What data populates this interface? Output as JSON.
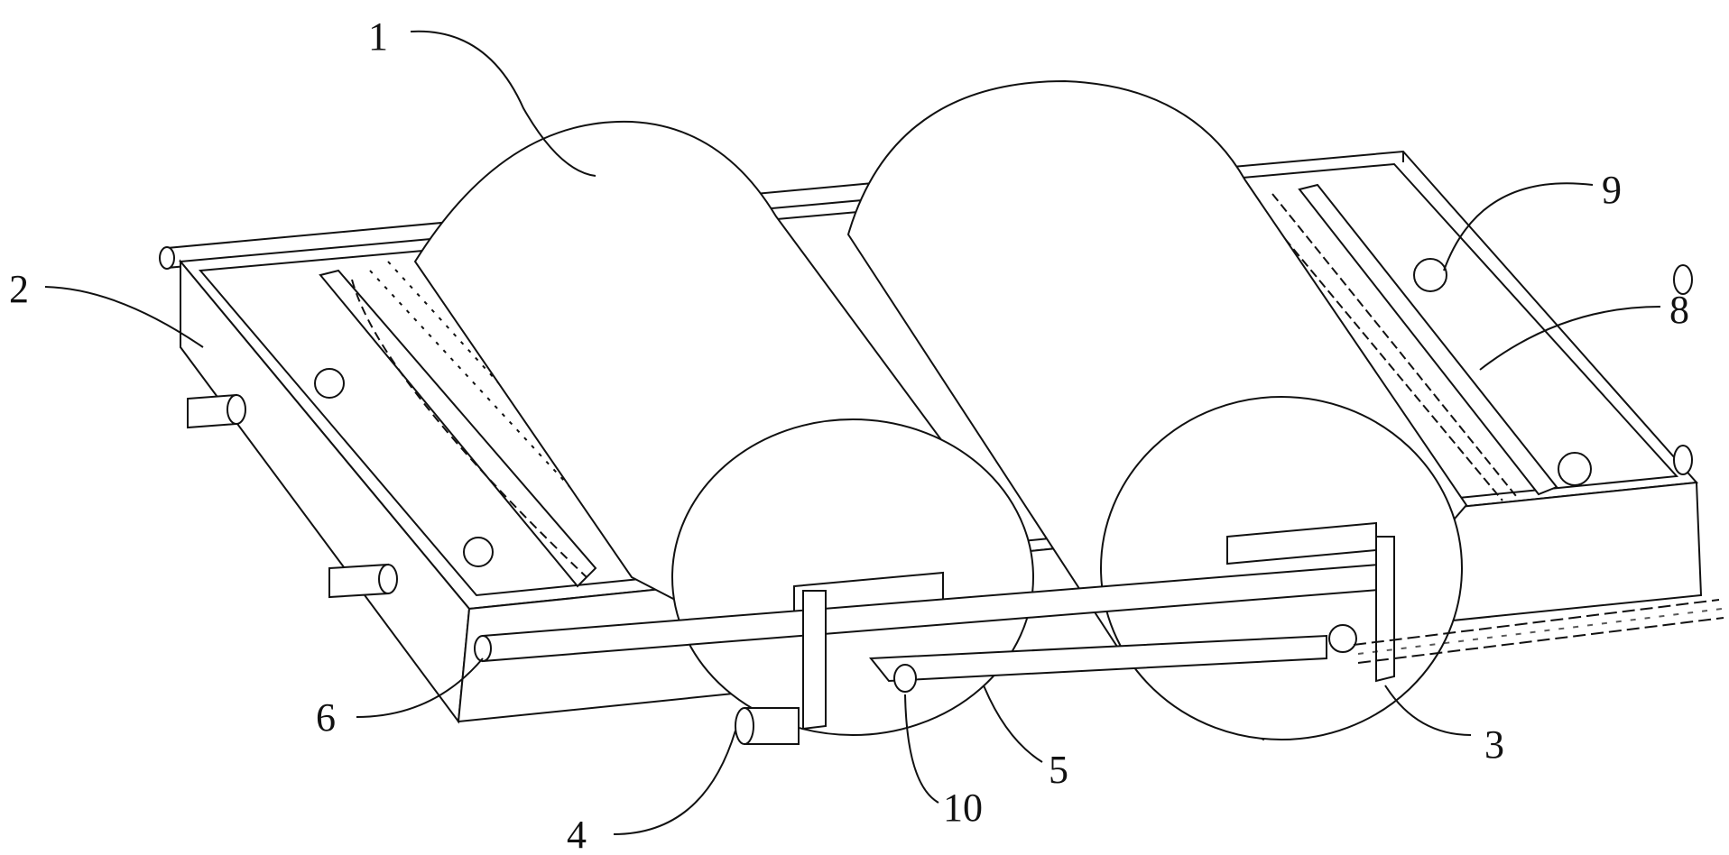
{
  "figure": {
    "labels": {
      "l1": "1",
      "l2": "2",
      "l3": "3",
      "l4": "4",
      "l5": "5",
      "l6": "6",
      "l8": "8",
      "l9": "9",
      "l10": "10"
    }
  }
}
